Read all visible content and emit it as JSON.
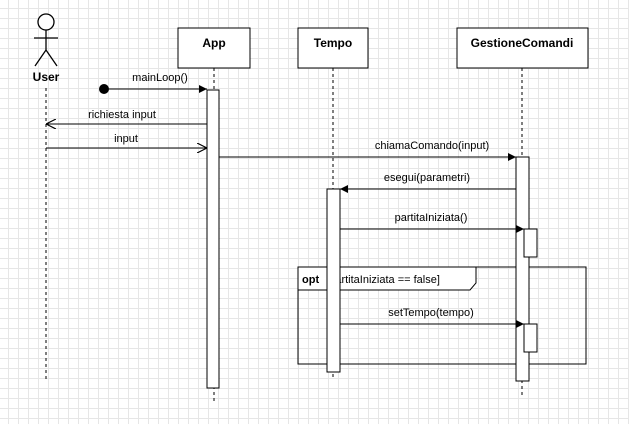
{
  "actor": {
    "name": "User"
  },
  "participants": {
    "app": "App",
    "tempo": "Tempo",
    "gestione": "GestioneComandi"
  },
  "messages": {
    "main_loop": "mainLoop()",
    "richiesta_input": "richiesta input",
    "input": "input",
    "chiama_comando": "chiamaComando(input)",
    "esegui": "esegui(parametri)",
    "partita_iniziata": "partitaIniziata()",
    "set_tempo": "setTempo(tempo)"
  },
  "fragment": {
    "operator": "opt",
    "guard": "[partitaIniziata == false]"
  },
  "colors": {
    "line": "#000000",
    "activation_fill": "#ffffff",
    "background": "#ffffff",
    "grid": "#e6e6e6"
  }
}
